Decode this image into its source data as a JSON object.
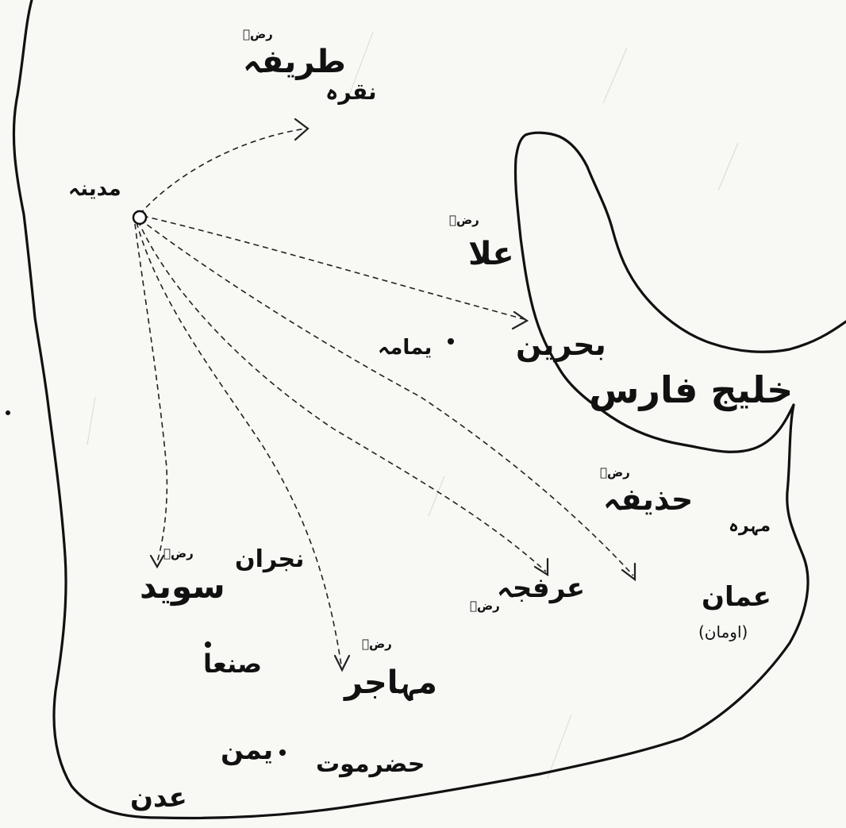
{
  "map": {
    "places": {
      "madina": "مدینہ",
      "tarifa": "طریفہ",
      "tarifa_honorific": "رضؓ",
      "naqra": "نقرہ",
      "ala": "علا",
      "ala_honorific": "رضؓ",
      "yamama": "یمامہ",
      "bahrain": "بحرین",
      "gulf": "خلیج فارس",
      "hudhaifa": "حذیفہ",
      "hudhaifa_honorific": "رضؓ",
      "mahra": "مہرہ",
      "oman": "عمان",
      "oman_alt": "(اومان)",
      "najran": "نجران",
      "suwaid": "سوید",
      "suwaid_honorific": "رضؓ",
      "arfaja": "عرفجہ",
      "arfaja_honorific": "رضؓ",
      "sana": "صنعا",
      "muhajir": "مہاجر",
      "muhajir_honorific": "رضؓ",
      "yemen": "یمن",
      "hadramaut": "حضرموت",
      "aden": "عدن"
    },
    "icons": {
      "origin": "origin-circle-icon",
      "town": "town-dot-icon",
      "arrow": "route-arrow-icon"
    },
    "colors": {
      "ink": "#111111",
      "paper": "#f8f8f5"
    }
  }
}
